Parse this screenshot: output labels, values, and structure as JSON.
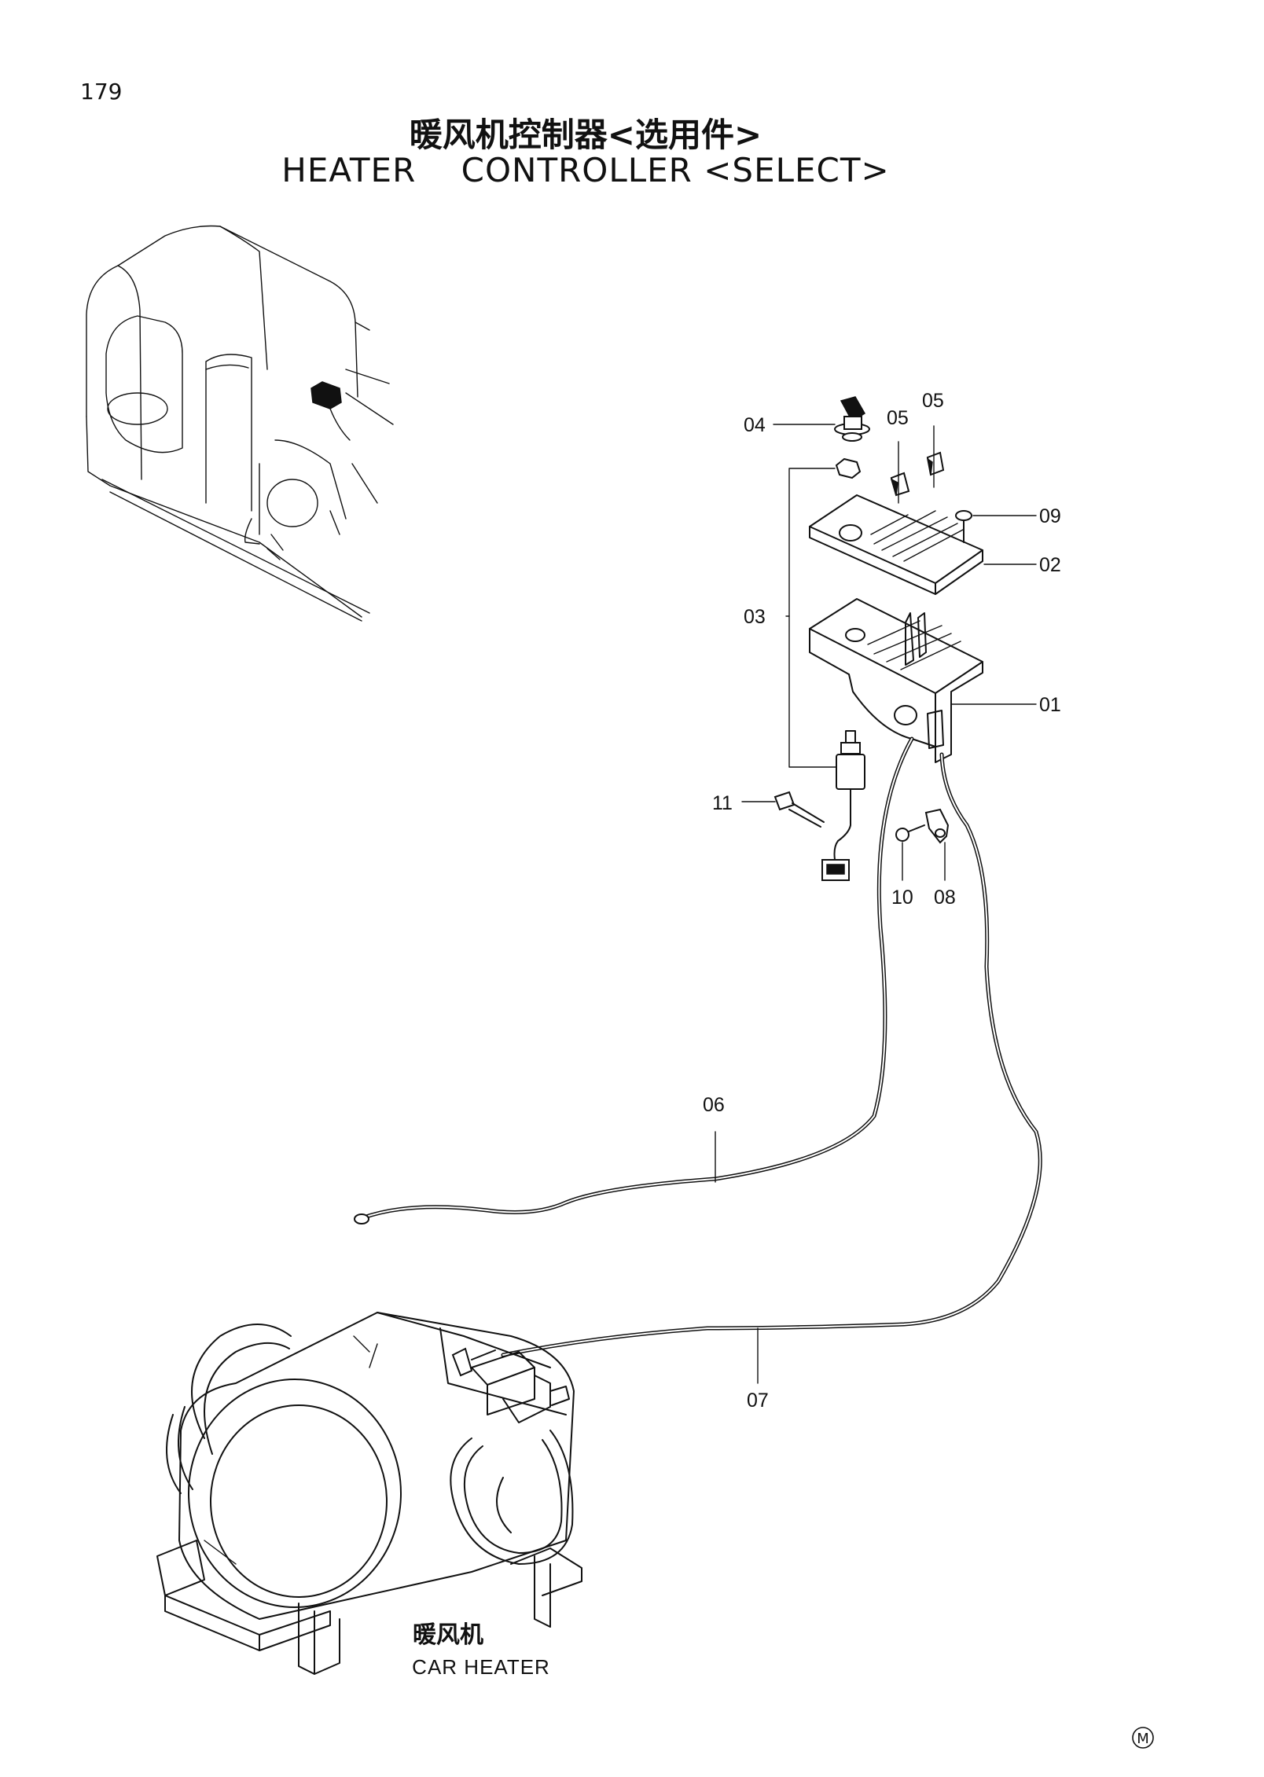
{
  "page_number": "179",
  "title_cn": "暖风机控制器<选用件>",
  "title_en": "HEATER    CONTROLLER <SELECT>",
  "callouts": {
    "p01": "01",
    "p02": "02",
    "p03": "03",
    "p04": "04",
    "p05a": "05",
    "p05b": "05",
    "p06": "06",
    "p07": "07",
    "p08": "08",
    "p09": "09",
    "p10": "10",
    "p11": "11"
  },
  "caption": {
    "cn": "暖风机",
    "en": "CAR HEATER"
  },
  "corner_mark": "M"
}
